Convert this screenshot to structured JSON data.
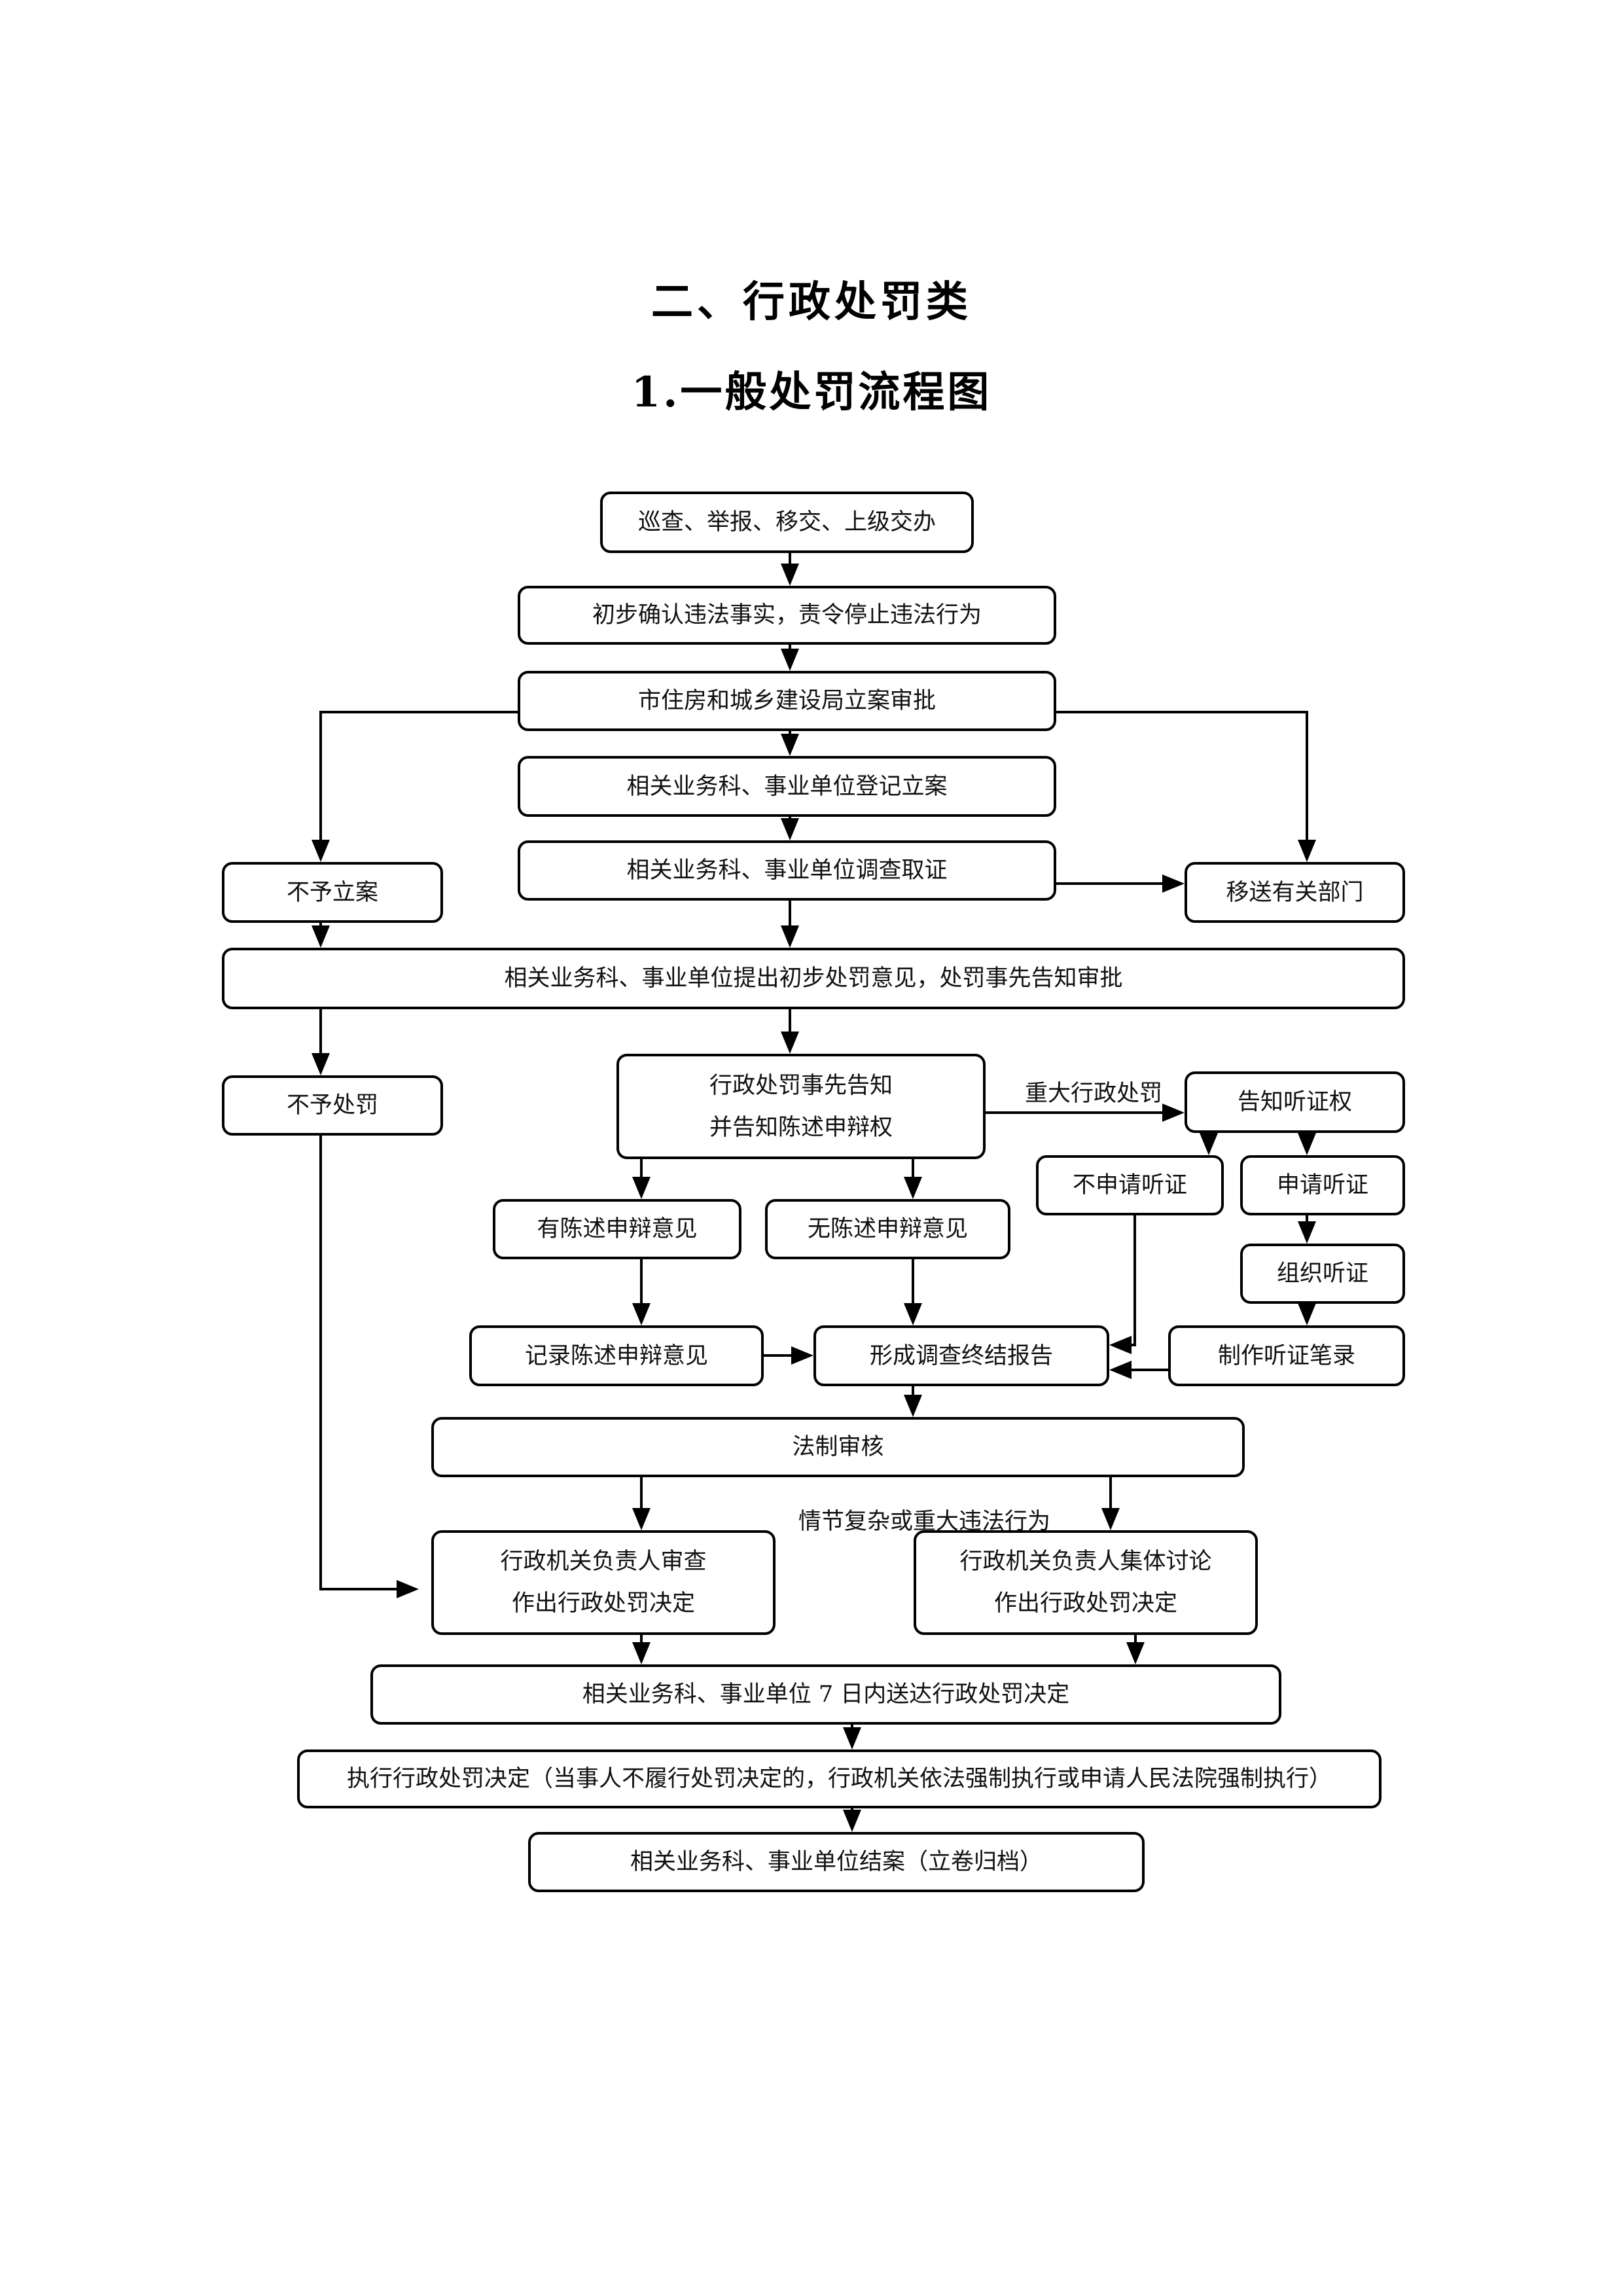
{
  "document": {
    "section_title": "二、行政处罚类",
    "chart_title": "1.一般处罚流程图"
  },
  "nodes": {
    "source": "巡查、举报、移交、上级交办",
    "confirm": "初步确认违法事实，责令停止违法行为",
    "approval": "市住房和城乡建设局立案审批",
    "register": "相关业务科、事业单位登记立案",
    "investigate": "相关业务科、事业单位调查取证",
    "no_case": "不予立案",
    "transfer": "移送有关部门",
    "preliminary": "相关业务科、事业单位提出初步处罚意见，处罚事先告知审批",
    "no_penalty": "不予处罚",
    "prior_notice": "行政处罚事先告知\n并告知陈述申辩权",
    "hearing_right": "告知听证权",
    "no_hearing": "不申请听证",
    "apply_hearing": "申请听证",
    "has_defense": "有陈述申辩意见",
    "no_defense": "无陈述申辩意见",
    "organize_hearing": "组织听证",
    "record_defense": "记录陈述申辩意见",
    "final_report": "形成调查终结报告",
    "hearing_record": "制作听证笔录",
    "legal_review": "法制审核",
    "head_review": "行政机关负责人审查\n作出行政处罚决定",
    "collective": "行政机关负责人集体讨论\n作出行政处罚决定",
    "deliver": "相关业务科、事业单位 7 日内送达行政处罚决定",
    "execute": "执行行政处罚决定（当事人不履行处罚决定的，行政机关依法强制执行或申请人民法院强制执行）",
    "close": "相关业务科、事业单位结案（立卷归档）"
  },
  "edge_labels": {
    "major_penalty": "重大行政处罚",
    "complex_case": "情节复杂或重大违法行为"
  }
}
